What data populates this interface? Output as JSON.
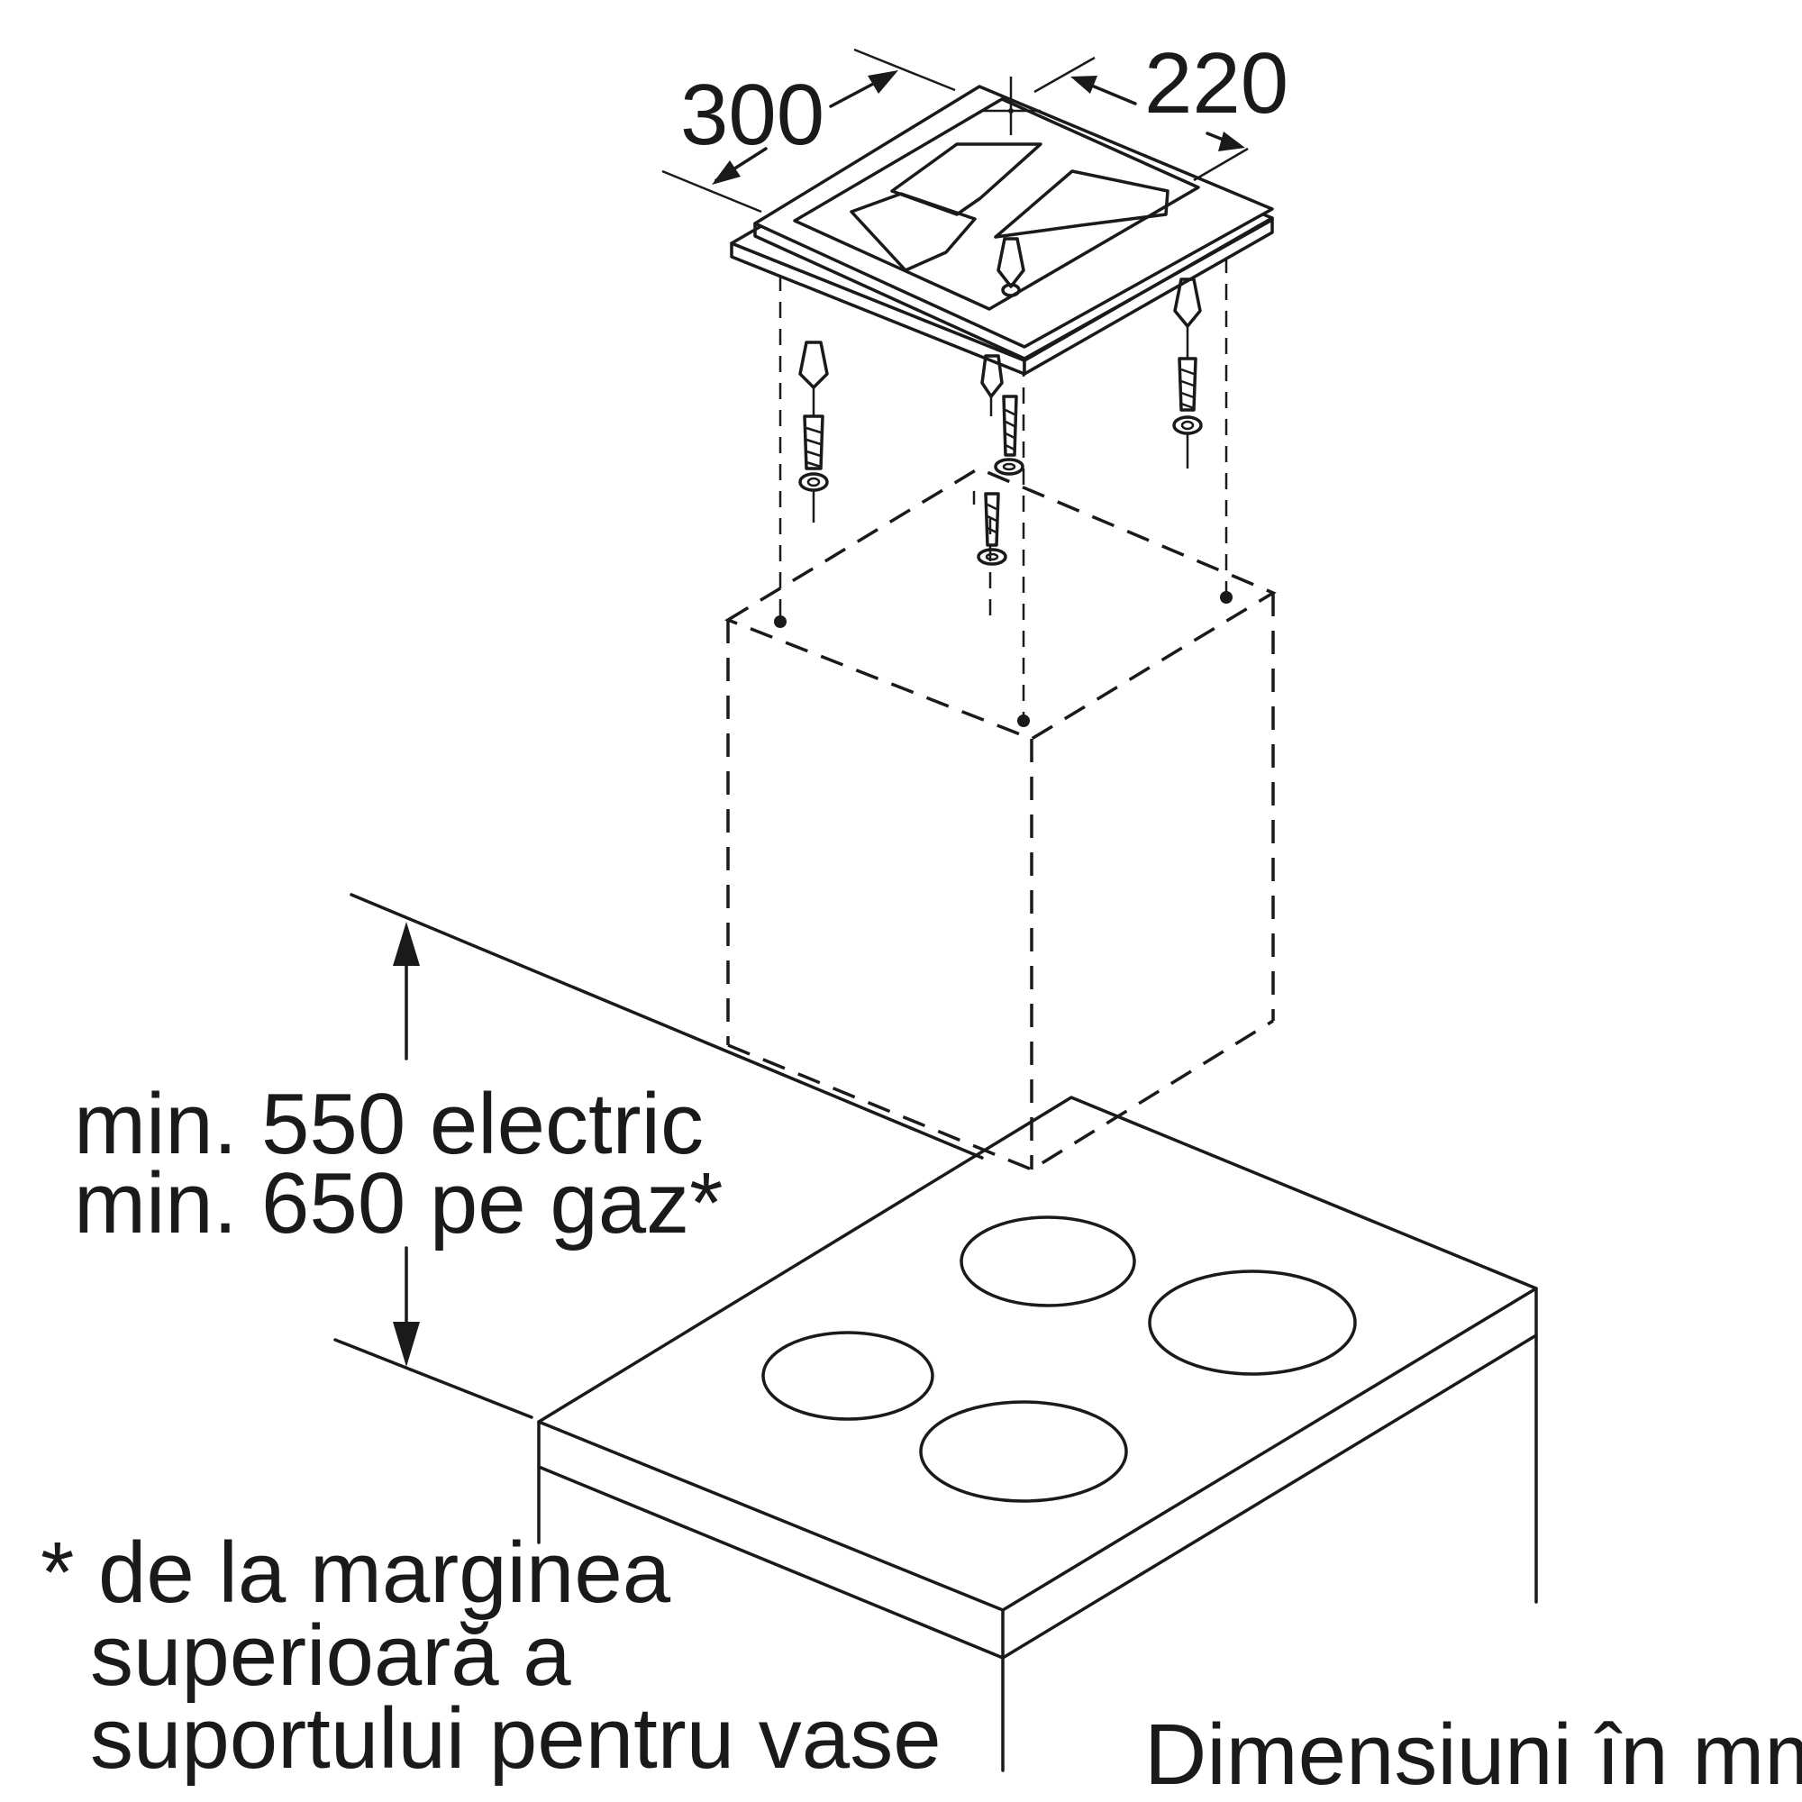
{
  "dimensions": {
    "width_label": "300",
    "depth_label": "220"
  },
  "height_requirement": {
    "line1": "min. 550 electric",
    "line2": "min. 650 pe gaz*"
  },
  "footnote": {
    "line1": "* de la marginea",
    "line2": "superioară a",
    "line3": "suportului pentru vase"
  },
  "units_note": "Dimensiuni în mm"
}
